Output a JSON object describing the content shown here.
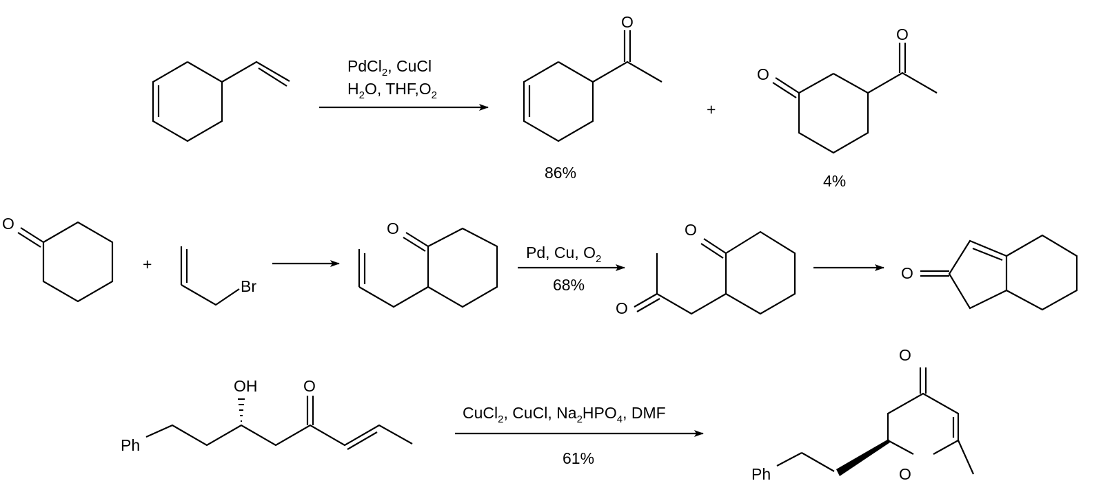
{
  "scheme_1": {
    "reagents_line1": [
      "PdCl",
      "2",
      ",  CuCl"
    ],
    "reagents_line2": [
      "H",
      "2",
      "O, THF,O",
      "2"
    ],
    "product_major_yield": "86%",
    "plus": "+",
    "product_minor_yield": "4%",
    "atoms": {
      "o": "O"
    }
  },
  "scheme_2": {
    "plus": "+",
    "allyl_bromide_label": "Br",
    "step2_reagents": [
      "Pd, Cu, O",
      "2"
    ],
    "step2_yield": "68%",
    "atoms": {
      "o": "O"
    }
  },
  "scheme_3": {
    "substrate_ph": "Ph",
    "substrate_oh": "OH",
    "reagents": [
      "CuCl",
      "2",
      ", CuCl, Na",
      "2",
      "HPO",
      "4",
      ", DMF"
    ],
    "yield": "61%",
    "product_ph": "Ph",
    "atoms": {
      "o": "O"
    }
  }
}
